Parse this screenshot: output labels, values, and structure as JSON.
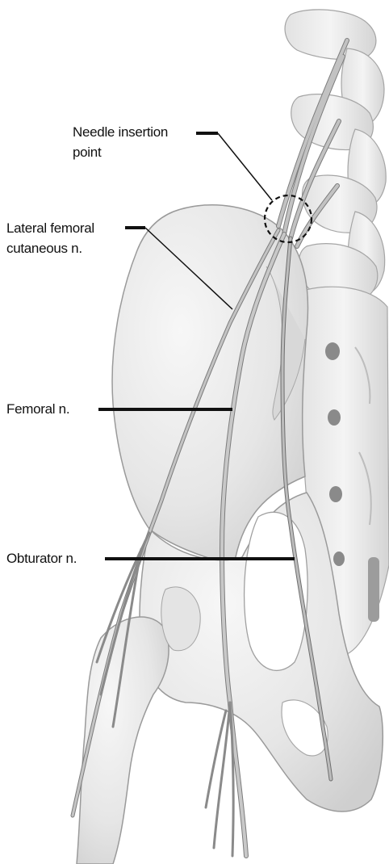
{
  "labels": {
    "needle_insertion": {
      "line1": "Needle insertion",
      "line2": "point"
    },
    "lateral_femoral": {
      "line1": "Lateral femoral",
      "line2": "cutaneous n."
    },
    "femoral": {
      "line1": "Femoral n."
    },
    "obturator": {
      "line1": "Obturator n."
    }
  },
  "colors": {
    "bone_fill": "#e9e9e9",
    "bone_shadow": "#c9c9c9",
    "bone_outline": "#9a9a9a",
    "nerve": "#b5b5b5",
    "nerve_outline": "#7c7c7c",
    "leader": "#111111",
    "background": "#ffffff"
  }
}
